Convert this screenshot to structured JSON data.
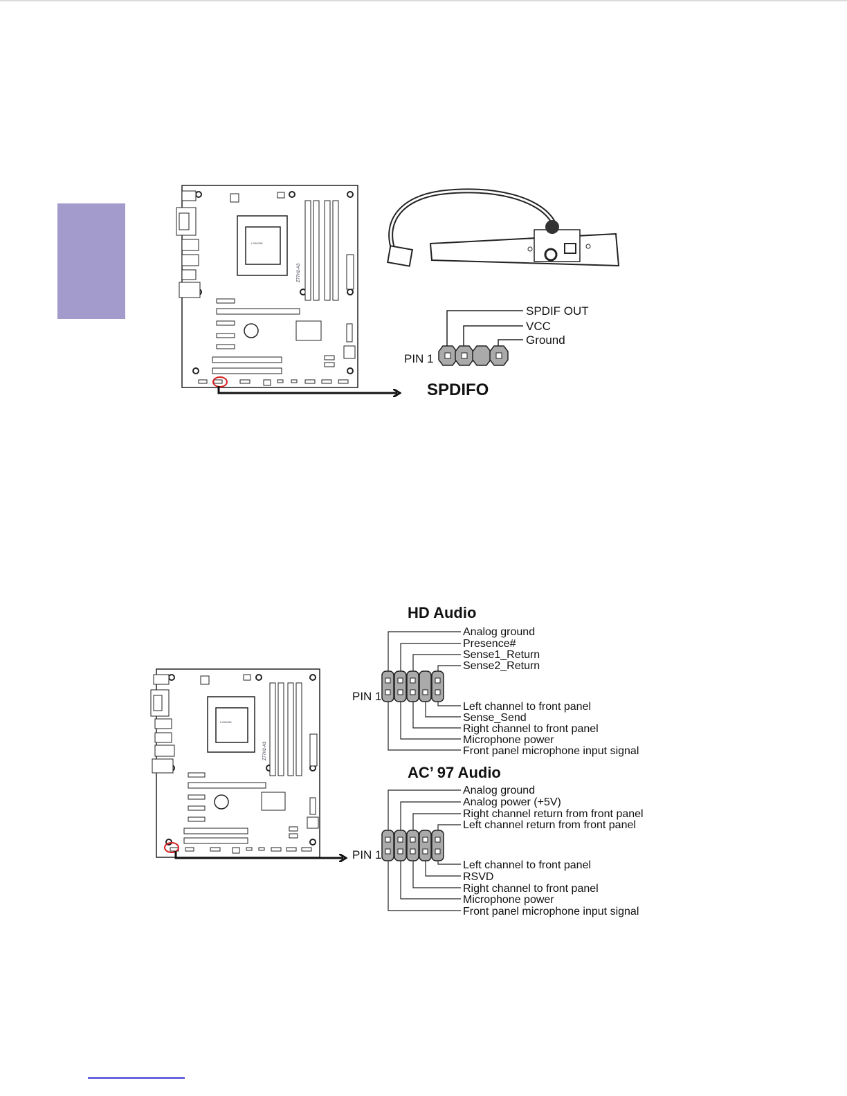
{
  "spdif": {
    "title": "SPDIFO",
    "pin1": "PIN 1",
    "pins": [
      "SPDIF OUT",
      "VCC",
      "Ground"
    ]
  },
  "hd_audio": {
    "title": "HD Audio",
    "pin1": "PIN 1",
    "top_labels": [
      "Analog ground",
      "Presence#",
      "Sense1_Return",
      "Sense2_Return"
    ],
    "bottom_labels": [
      "Left channel to front panel",
      "Sense_Send",
      "Right channel to front panel",
      "Microphone power",
      "Front panel microphone input signal"
    ]
  },
  "ac97_audio": {
    "title": "AC’ 97 Audio",
    "pin1": "PIN 1",
    "top_labels": [
      "Analog ground",
      "Analog power (+5V)",
      "Right channel return from front panel",
      "Left channel return from front panel"
    ],
    "bottom_labels": [
      "Left channel to front panel",
      "RSVD",
      "Right channel to front panel",
      "Microphone power",
      "Front panel microphone input signal"
    ]
  },
  "board": {
    "socket": "LGA1155",
    "model": "Z77H2-A3"
  }
}
